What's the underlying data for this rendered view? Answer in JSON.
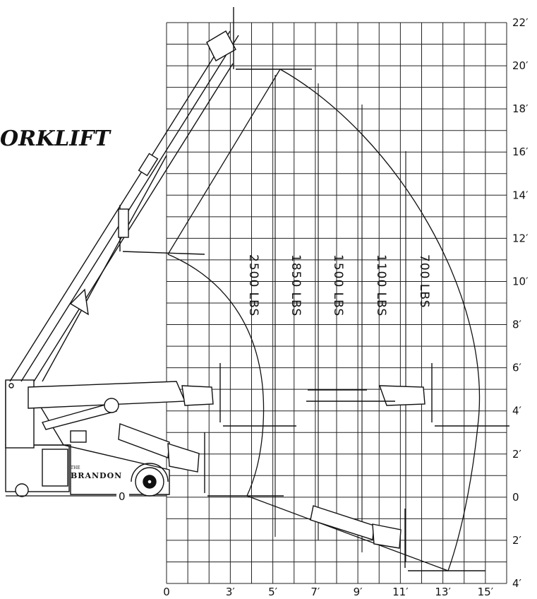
{
  "title": "ORKLIFT",
  "brand_name": "BRANDON",
  "brand_prefix": "THE",
  "origin_label": "0",
  "chart_data": {
    "type": "load-range-diagram",
    "x_ticks": [
      "0",
      "3′",
      "5′",
      "7′",
      "9′",
      "11′",
      "13′",
      "15′"
    ],
    "y_ticks": [
      "22′",
      "20′",
      "18′",
      "16′",
      "14′",
      "12′",
      "10′",
      "8′",
      "6′",
      "4′",
      "2′",
      "0",
      "2′",
      "4′"
    ],
    "capacity_zones": [
      {
        "label": "2500 LBS"
      },
      {
        "label": "1850 LBS"
      },
      {
        "label": "1500 LBS"
      },
      {
        "label": "1100 LBS"
      },
      {
        "label": "700 LBS"
      }
    ],
    "grid": true
  }
}
